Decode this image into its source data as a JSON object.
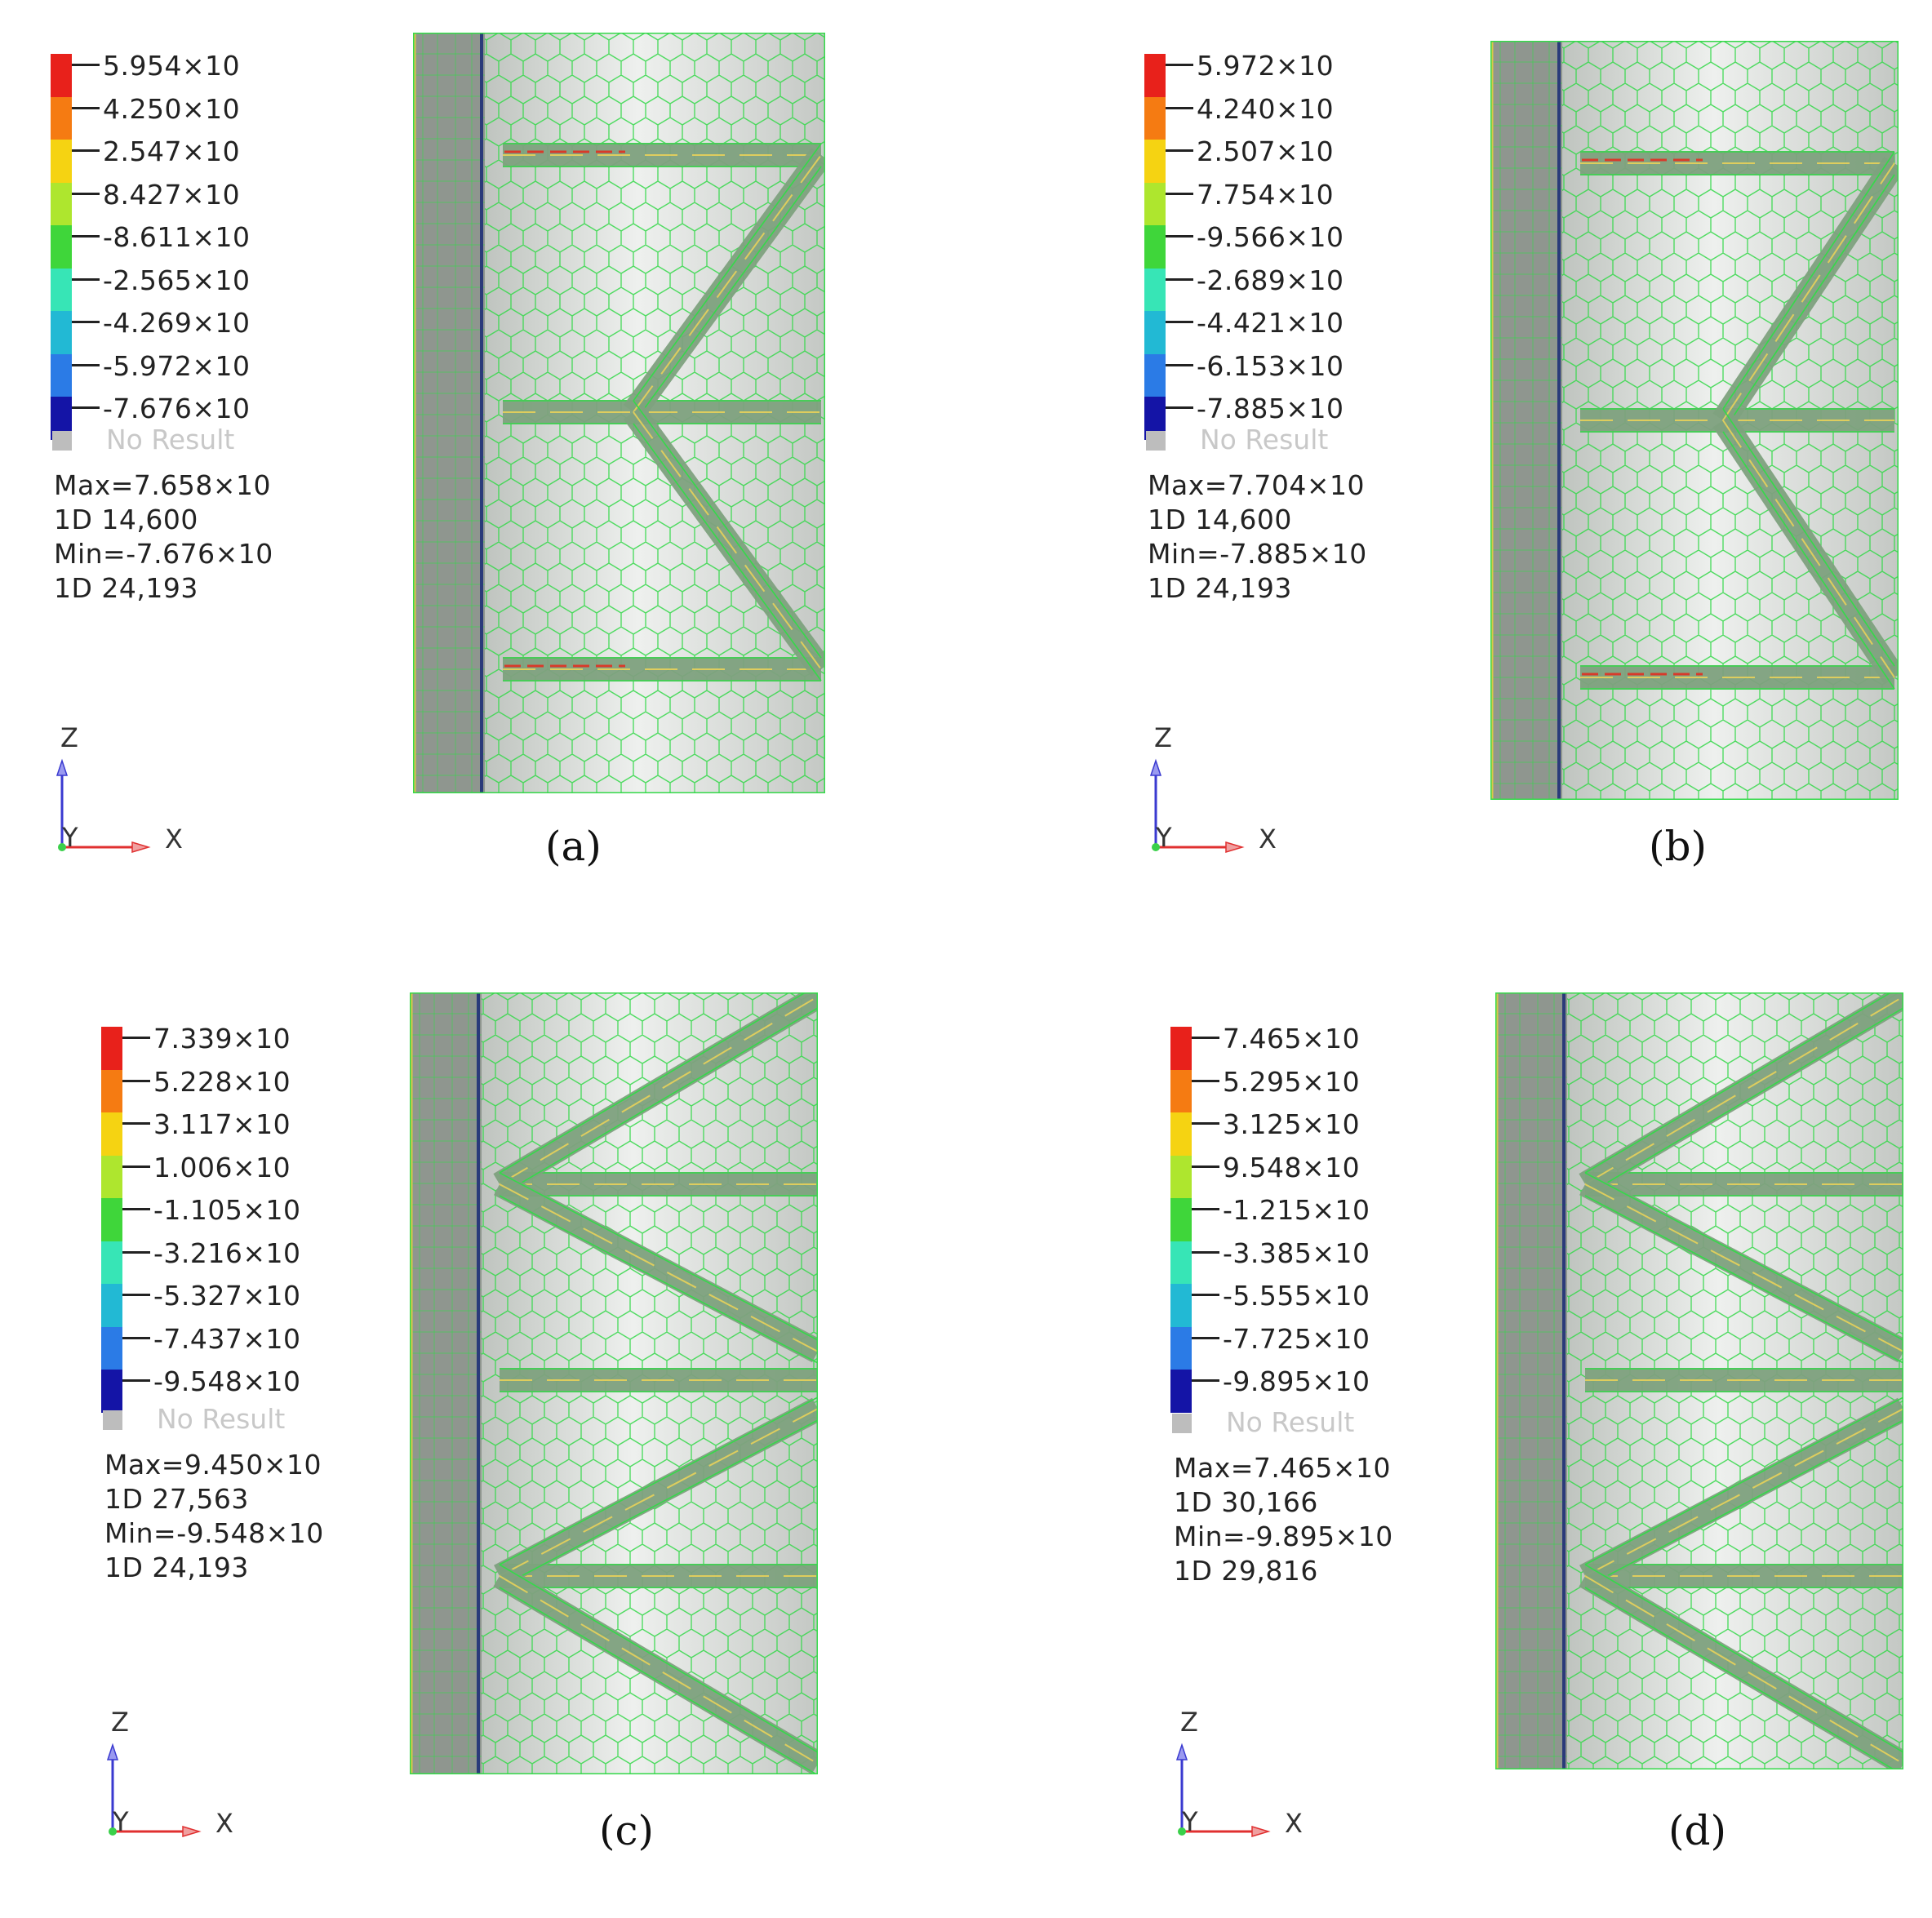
{
  "panels": [
    {
      "caption": "(a)",
      "legend": [
        "5.954×10",
        "4.250×10",
        "2.547×10",
        "8.427×10",
        "-8.611×10",
        "-2.565×10",
        "-4.269×10",
        "-5.972×10",
        "-7.676×10"
      ],
      "no_result": "No Result",
      "stats": [
        "Max=7.658×10",
        "1D 14,600",
        "Min=-7.676×10",
        "1D 24,193"
      ],
      "axes": {
        "z": "Z",
        "y": "Y",
        "x": "X"
      }
    },
    {
      "caption": "(b)",
      "legend": [
        "5.972×10",
        "4.240×10",
        "2.507×10",
        "7.754×10",
        "-9.566×10",
        "-2.689×10",
        "-4.421×10",
        "-6.153×10",
        "-7.885×10"
      ],
      "no_result": "No Result",
      "stats": [
        "Max=7.704×10",
        "1D 14,600",
        "Min=-7.885×10",
        "1D 24,193"
      ],
      "axes": {
        "z": "Z",
        "y": "Y",
        "x": "X"
      }
    },
    {
      "caption": "(c)",
      "legend": [
        "7.339×10",
        "5.228×10",
        "3.117×10",
        "1.006×10",
        "-1.105×10",
        "-3.216×10",
        "-5.327×10",
        "-7.437×10",
        "-9.548×10"
      ],
      "no_result": "No Result",
      "stats": [
        "Max=9.450×10",
        "1D 27,563",
        "Min=-9.548×10",
        "1D 24,193"
      ],
      "axes": {
        "z": "Z",
        "y": "Y",
        "x": "X"
      }
    },
    {
      "caption": "(d)",
      "legend": [
        "7.465×10",
        "5.295×10",
        "3.125×10",
        "9.548×10",
        "-1.215×10",
        "-3.385×10",
        "-5.555×10",
        "-7.725×10",
        "-9.895×10"
      ],
      "no_result": "No Result",
      "stats": [
        "Max=7.465×10",
        "1D 30,166",
        "Min=-9.895×10",
        "1D 29,816"
      ],
      "axes": {
        "z": "Z",
        "y": "Y",
        "x": "X"
      }
    }
  ],
  "colors": {
    "scale": [
      "#e8211b",
      "#f57b12",
      "#f5d312",
      "#aee62e",
      "#3fd63a",
      "#37e5b6",
      "#22b9d4",
      "#2b7be6",
      "#1414a6"
    ],
    "mesh_line": "#35d94a",
    "column_fill": "#8f968f",
    "brace_fill": "#7fa27f"
  }
}
